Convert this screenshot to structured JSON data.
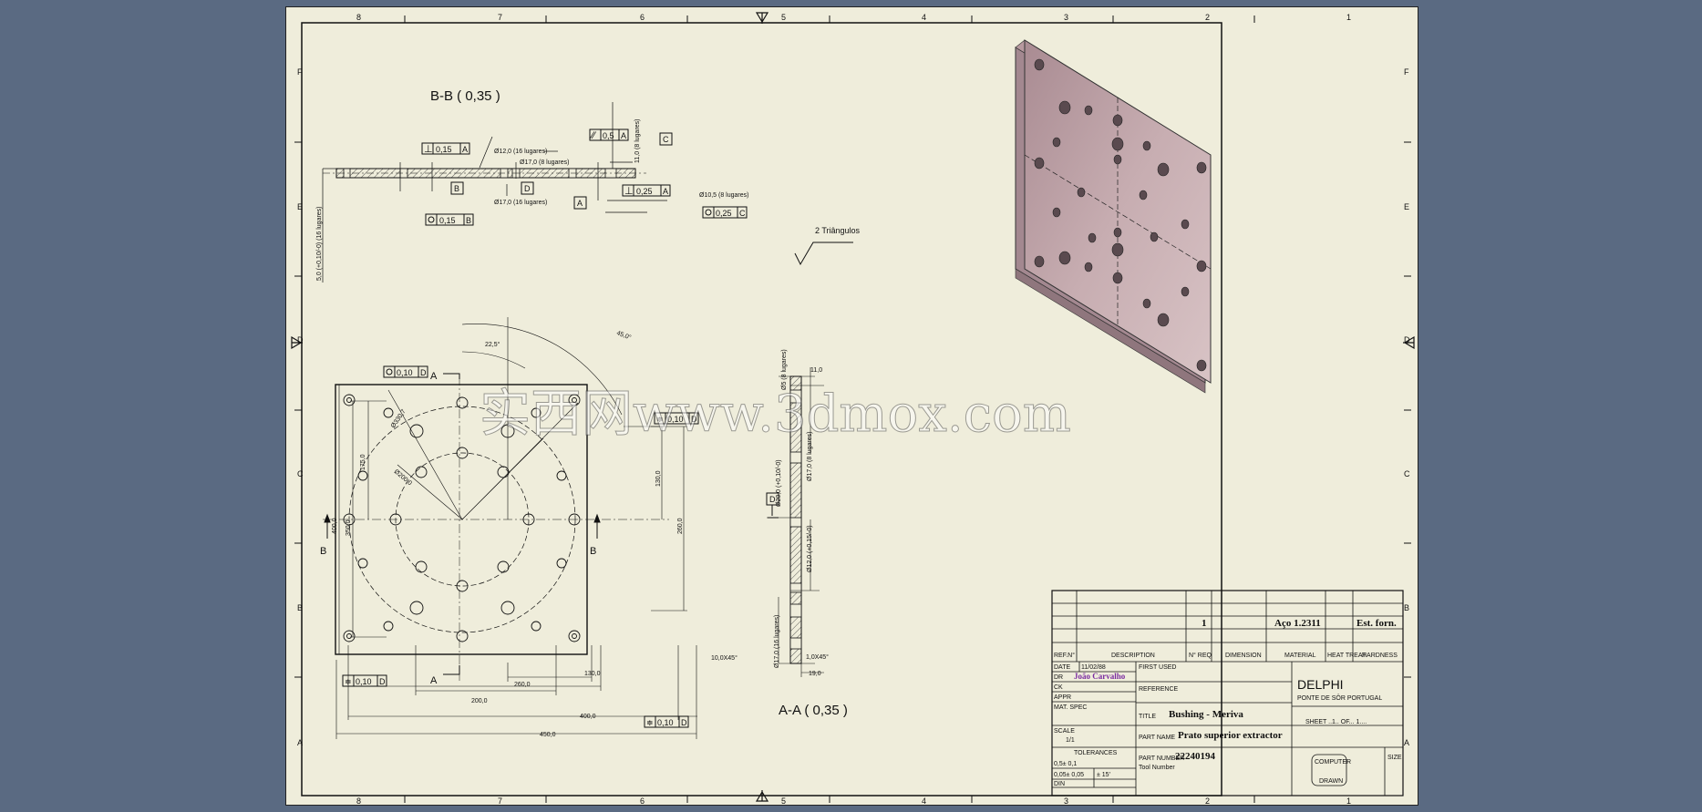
{
  "border": {
    "columns": [
      "8",
      "7",
      "6",
      "5",
      "4",
      "3",
      "2",
      "1"
    ],
    "rows": [
      "F",
      "E",
      "D",
      "C",
      "B",
      "A"
    ]
  },
  "view_bb": {
    "title": "B-B  ( 0,35 )",
    "callouts": [
      "0,15",
      "A",
      "Ø12,0 (16 lugares)",
      "0,5",
      "A",
      "C",
      "11,0 (8 lugares)",
      "Ø17,0 (8 lugares)",
      "B",
      "D",
      "0,25",
      "A",
      "Ø10,5 (8 lugares)",
      "Ø17,0 (16 lugares)",
      "A",
      "0,15",
      "B",
      "0,25",
      "C",
      "5,0 (+0,10/-0) (16 lugares)"
    ]
  },
  "surface_note": "2 Triângulos",
  "view_front": {
    "labels": [
      "A",
      "A",
      "B",
      "B",
      "0,10",
      "D",
      "0,10",
      "D",
      "0,10",
      "D",
      "0,10",
      "D"
    ],
    "dims": [
      "45,0°",
      "22,5°",
      "Ø330,7",
      "Ø200,0",
      "175,0",
      "350,0",
      "400,0",
      "130,0",
      "260,0",
      "130,0",
      "260,0",
      "200,0",
      "400,0",
      "450,0",
      "10,0X45°"
    ]
  },
  "view_aa": {
    "title": "A-A  ( 0,35 )",
    "dims": [
      "Ø5 (8 lugares)",
      "11,0",
      "Ø17,0 (8 lugares)",
      "Ø20,0 (+0,10/-0)",
      "Ø12,0 (+0,15/-0)",
      "Ø17,0 (16 lugares)",
      "1,0X45°",
      "19,0"
    ],
    "datum": "D"
  },
  "watermark": "实西网www.3dmox.com",
  "title_block": {
    "part_row": {
      "qty": "1",
      "material": "Aço 1.2311",
      "treat": "",
      "hardness": "Est. forn."
    },
    "list_headers": [
      "REF.N°",
      "DESCRIPTION",
      "N° REQ",
      "DIMENSION",
      "MATERIAL",
      "HEAT TREAT",
      "HARDNESS"
    ],
    "date_label": "DATE",
    "date": "11/02/88",
    "dr_label": "DR",
    "drawn_by": "João Carvalho",
    "ck_label": "CK",
    "appr_label": "APPR",
    "mat_spec_label": "MAT. SPEC",
    "scale_label": "SCALE",
    "scale": "1/1",
    "tolerances_label": "TOLERANCES",
    "tol_lines": [
      "0,5±  0,1",
      "0,05±  0,05",
      "±  15'",
      "DIN"
    ],
    "first_used_label": "FIRST USED",
    "reference_label": "REFERENCE",
    "title_label": "TITLE",
    "title": "Bushing - Meriva",
    "part_name_label": "PART NAME",
    "part_name": "Prato superior extractor",
    "part_number_label": "PART NUMBER",
    "part_number": "22240194",
    "tool_number_label": "Tool Number",
    "company": "DELPHI",
    "location": "PONTE DE SÔR PORTUGAL",
    "sheet": "SHEET ..1.. OF... 1....",
    "computer_label": "COMPUTER",
    "drawn_label": "DRAWN",
    "size_label": "SIZE"
  },
  "colors": {
    "page": "#5a6a82",
    "sheet": "#efeddb",
    "plate": "#c1a5aa",
    "drawn_by": "#7a2aa0"
  }
}
